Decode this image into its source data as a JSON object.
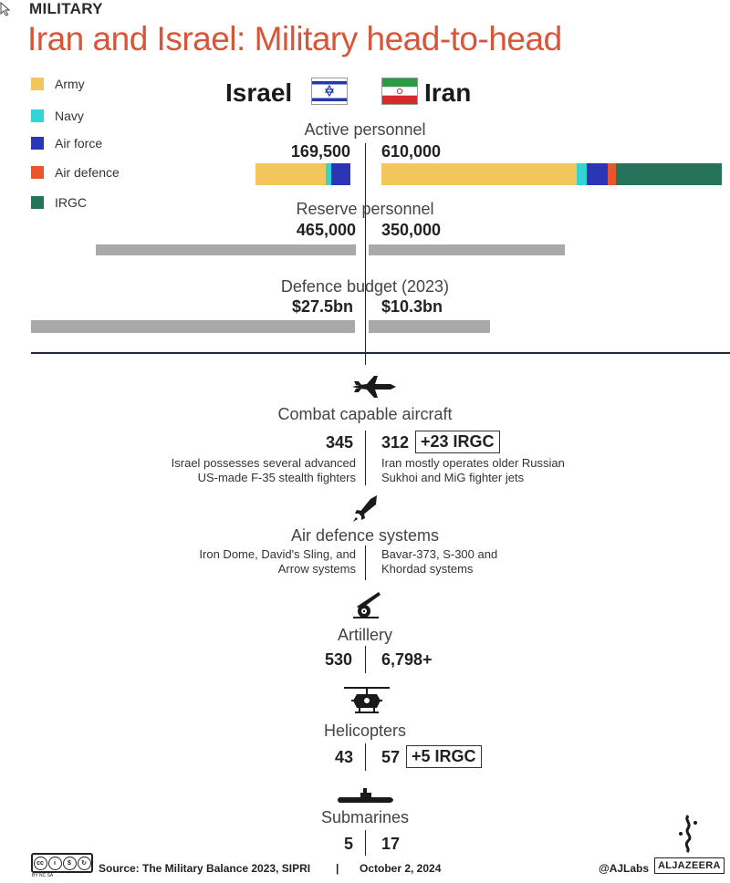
{
  "header": {
    "kicker": "MILITARY",
    "title": "Iran and Israel: Military head-to-head"
  },
  "legend": [
    {
      "label": "Army",
      "color": "#f2c65a"
    },
    {
      "label": "Navy",
      "color": "#32d4d4"
    },
    {
      "label": "Air force",
      "color": "#2b35b5"
    },
    {
      "label": "Air defence",
      "color": "#e8562f"
    },
    {
      "label": "IRGC",
      "color": "#24735a"
    }
  ],
  "countries": {
    "left": "Israel",
    "right": "Iran"
  },
  "sections": {
    "active_personnel": {
      "label": "Active personnel",
      "israel": "169,500",
      "iran": "610,000"
    },
    "reserve_personnel": {
      "label": "Reserve personnel",
      "israel": "465,000",
      "iran": "350,000"
    },
    "defence_budget": {
      "label": "Defence budget (2023)",
      "israel": "$27.5bn",
      "iran": "$10.3bn"
    },
    "aircraft": {
      "label": "Combat capable aircraft",
      "israel": "345",
      "iran": "312",
      "iran_extra": "+23 IRGC",
      "israel_note_1": "Israel possesses several advanced",
      "israel_note_2": "US-made F-35 stealth fighters",
      "iran_note_1": "Iran mostly operates older Russian",
      "iran_note_2": "Sukhoi and MiG fighter jets"
    },
    "air_defence": {
      "label": "Air defence systems",
      "israel_note_1": "Iron Dome, David's Sling, and",
      "israel_note_2": "Arrow systems",
      "iran_note_1": "Bavar-373, S-300 and",
      "iran_note_2": "Khordad systems"
    },
    "artillery": {
      "label": "Artillery",
      "israel": "530",
      "iran": "6,798+"
    },
    "helicopters": {
      "label": "Helicopters",
      "israel": "43",
      "iran": "57",
      "iran_extra": "+5 IRGC"
    },
    "submarines": {
      "label": "Submarines",
      "israel": "5",
      "iran": "17"
    }
  },
  "footer": {
    "source": "Source:  The Military Balance 2023, SIPRI",
    "separator": "|",
    "date": "October 2, 2024",
    "handle": "@AJLabs",
    "brand": "ALJAZEERA",
    "license_text": "BY  NC  SA"
  },
  "icons": {
    "aircraft": "fighter-jet-icon",
    "air_defence": "missile-icon",
    "artillery": "artillery-icon",
    "helicopters": "helicopter-icon",
    "submarines": "submarine-icon"
  },
  "chart_data": [
    {
      "type": "bar",
      "subtype": "stacked",
      "title": "Active personnel",
      "categories": [
        "Israel",
        "Iran"
      ],
      "totals": [
        169500,
        610000
      ],
      "series": [
        {
          "name": "Army",
          "color": "#f2c65a",
          "values": [
            126000,
            350000
          ]
        },
        {
          "name": "Navy",
          "color": "#32d4d4",
          "values": [
            9500,
            18000
          ]
        },
        {
          "name": "Air force",
          "color": "#2b35b5",
          "values": [
            34000,
            37000
          ]
        },
        {
          "name": "Air defence",
          "color": "#e8562f",
          "values": [
            0,
            15000
          ]
        },
        {
          "name": "IRGC",
          "color": "#24735a",
          "values": [
            0,
            190000
          ]
        }
      ]
    },
    {
      "type": "bar",
      "title": "Reserve personnel",
      "categories": [
        "Israel",
        "Iran"
      ],
      "values": [
        465000,
        350000
      ]
    },
    {
      "type": "bar",
      "title": "Defence budget (2023)",
      "categories": [
        "Israel",
        "Iran"
      ],
      "values": [
        27.5,
        10.3
      ],
      "unit": "$bn"
    }
  ]
}
